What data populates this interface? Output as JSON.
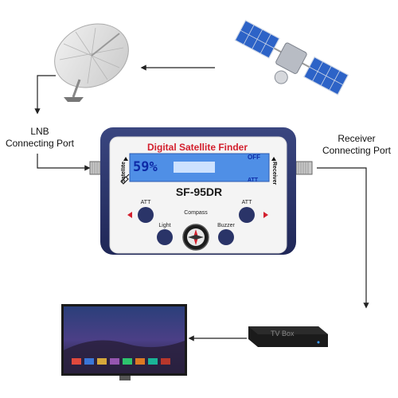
{
  "labels": {
    "lnb_port": [
      "LNB",
      "Connecting Port"
    ],
    "receiver_port": [
      "Receiver",
      "Connecting Port"
    ]
  },
  "device": {
    "title": "Digital Satellite Finder",
    "model": "SF-95DR",
    "lcd_percent": "59%",
    "lcd_off": "OFF",
    "lcd_att": "ATT",
    "side_left": "Satellite",
    "side_right": "Receiver",
    "buttons": {
      "att_left": "ATT",
      "att_right": "ATT",
      "light": "Light",
      "buzzer": "Buzzer",
      "compass": "Compass"
    },
    "signal_fill": 0.59
  },
  "tv_box": {
    "label": "TV Box"
  },
  "colors": {
    "device_body": "#2a3468",
    "lcd": "#4f8fe6",
    "arrow": "#222222",
    "title_red": "#d3202e",
    "solar_panel": "#2d63c7"
  }
}
